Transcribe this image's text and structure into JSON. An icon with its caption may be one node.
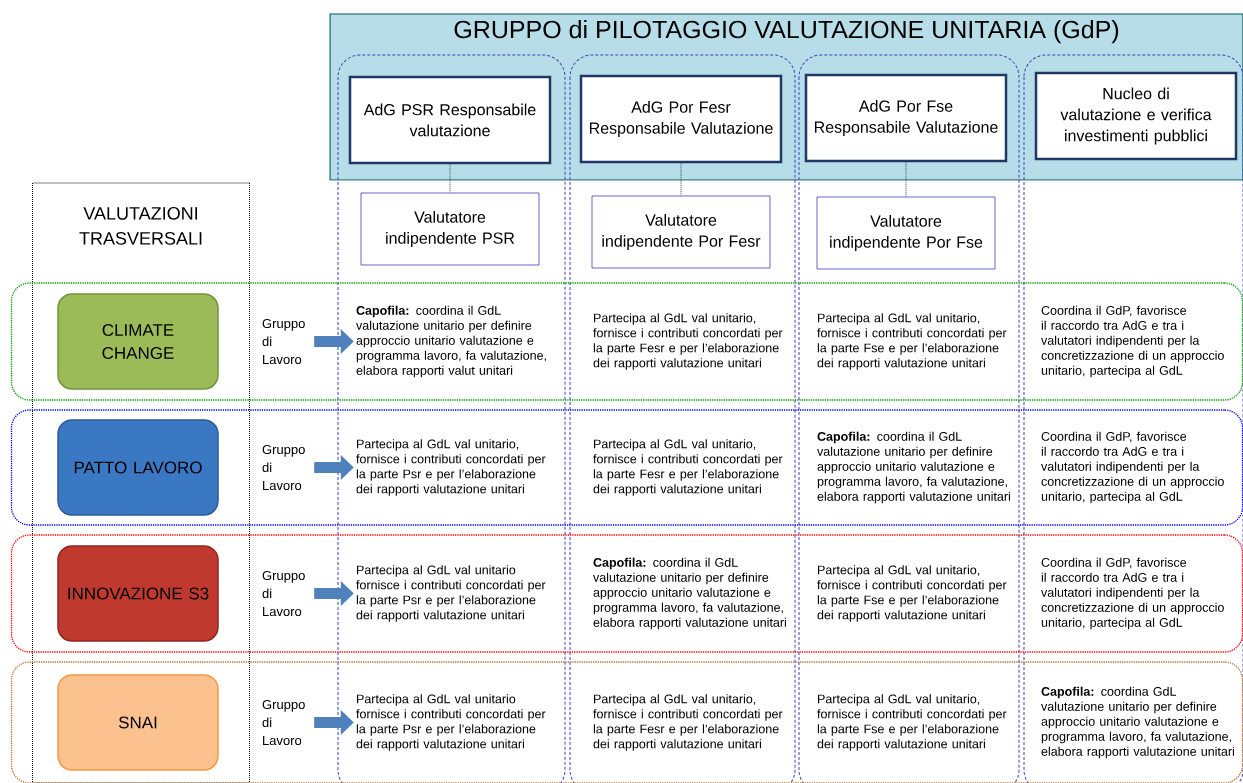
{
  "diagram": {
    "nodes": [
      {
        "text": [
          "GRUPPO di PILOTAGGIO VALUTAZIONE UNITARIA (GdP)"
        ]
      },
      {
        "text": [
          "AdG PSR Responsabile valutazione"
        ],
        "in": 0
      },
      {
        "text": [
          "AdG Por Fesr Responsabile Valutazione"
        ],
        "in": 0
      },
      {
        "text": [
          "AdG Por Fse Responsabile Valutazione"
        ],
        "in": 0
      },
      {
        "text": [
          "Nucleo di valutazione e verifica investimenti pubblici"
        ],
        "in": 0
      },
      {
        "text": [
          "Valutatore indipendente PSR"
        ]
      },
      {
        "text": [
          "Valutatore indipendente Por Fesr"
        ]
      },
      {
        "text": [
          "Valutatore indipendente Por Fse"
        ]
      },
      {
        "text": [
          "VALUTAZIONI TRASVERSALI"
        ]
      },
      {
        "text": [],
        "shape": "box"
      },
      {
        "text": [
          "CLIMATE CHANGE"
        ]
      },
      {
        "text": [
          "Gruppo di Lavoro"
        ],
        "in": 9
      },
      {
        "text": [
          "**Capofila:** coordina il GdL valutazione unitario per definire approccio unitario valutazione e programma lavoro, fa valutazione, elabora rapporti valut unitari"
        ],
        "in": 9
      },
      {
        "text": [
          "Partecipa al GdL val unitario, fornisce i contributi concordati per la parte Fesr e per l’elaborazione dei rapporti valutazione unitari"
        ],
        "in": 9
      },
      {
        "text": [
          "Partecipa al GdL val unitario, fornisce i contributi concordati per la parte Fse e per l’elaborazione dei rapporti valutazione unitari"
        ],
        "in": 9
      },
      {
        "text": [
          "Coordina il GdP, favorisce il raccordo tra AdG e tra i valutatori indipendenti per la concretizzazione di un approccio unitario, partecipa al GdL"
        ],
        "in": 9
      },
      {
        "text": [],
        "shape": "box"
      },
      {
        "text": [
          "PATTO LAVORO"
        ]
      },
      {
        "text": [
          "Gruppo di Lavoro"
        ],
        "in": 16
      },
      {
        "text": [
          "Partecipa al GdL val unitario, fornisce i contributi concordati per la parte Psr e per l’elaborazione dei rapporti valutazione unitari"
        ],
        "in": 16
      },
      {
        "text": [
          "Partecipa al GdL val unitario, fornisce i contributi concordati per la parte Fesr e per l’elaborazione dei rapporti valutazione unitari"
        ],
        "in": 16
      },
      {
        "text": [
          "**Capofila:** coordina il GdL valutazione unitario per definire approccio unitario valutazione e programma lavoro, fa valutazione, elabora rapporti valutazione unitari"
        ],
        "in": 16
      },
      {
        "text": [
          "Coordina il GdP, favorisce il raccordo tra AdG e tra i valutatori indipendenti per la concretizzazione di un approccio unitario, partecipa al GdL"
        ],
        "in": 16
      },
      {
        "text": [],
        "shape": "box"
      },
      {
        "text": [
          "INNOVAZIONE S3"
        ]
      },
      {
        "text": [
          "Gruppo di Lavoro"
        ],
        "in": 23
      },
      {
        "text": [
          "Partecipa al GdL val unitario fornisce i contributi concordati per la parte Psr e per l’elaborazione dei rapporti valutazione unitari"
        ],
        "in": 23
      },
      {
        "text": [
          "**Capofila:** coordina il GdL valutazione unitario per definire approccio unitario valutazione e programma lavoro, fa valutazione, elabora rapporti valutazione unitari"
        ],
        "in": 23
      },
      {
        "text": [
          "Partecipa al GdL val unitario, fornisce i contributi concordati per la parte Fse e per l’elaborazione dei rapporti valutazione unitari"
        ],
        "in": 23
      },
      {
        "text": [
          "Coordina il GdP, favorisce il raccordo tra AdG e tra i valutatori indipendenti per la concretizzazione di un approccio unitario, partecipa al GdL"
        ],
        "in": 23
      },
      {
        "text": [],
        "shape": "box"
      },
      {
        "text": [
          "SNAI"
        ]
      },
      {
        "text": [
          "Gruppo di Lavoro"
        ],
        "in": 30
      },
      {
        "text": [
          "Partecipa al GdL val unitario fornisce i contributi concordati per la parte Psr e per l’elaborazione dei rapporti valutazione unitari"
        ],
        "in": 30
      },
      {
        "text": [
          "Partecipa al GdL val unitario, fornisce i contributi concordati per la parte Fesr e per l’elaborazione dei rapporti valutazione unitari"
        ],
        "in": 30
      },
      {
        "text": [
          "Partecipa al GdL val unitario, fornisce i contributi concordati per la parte Fse e per l’elaborazione dei rapporti valutazione unitari"
        ],
        "in": 30
      },
      {
        "text": [
          "**Capofila:** coordina GdL valutazione unitario per definire approccio unitario valutazione e programma lavoro, fa valutazione, elabora rapporti valutazione unitari"
        ],
        "in": 30
      }
    ],
    "edges": [
      {
        "from": 1,
        "to": 5,
        "arrow": "none",
        "style": "dashed",
        "color": "#404040"
      },
      {
        "from": 2,
        "to": 6,
        "arrow": "none",
        "style": "dashed",
        "color": "#404040"
      },
      {
        "from": 3,
        "to": 7,
        "arrow": "none",
        "style": "dashed",
        "color": "#404040"
      },
      {
        "from": 11,
        "to": 12,
        "arrow": "to"
      },
      {
        "from": 18,
        "to": 19,
        "arrow": "to"
      },
      {
        "from": 25,
        "to": 26,
        "arrow": "to"
      },
      {
        "from": 32,
        "to": 33,
        "arrow": "to"
      }
    ]
  }
}
